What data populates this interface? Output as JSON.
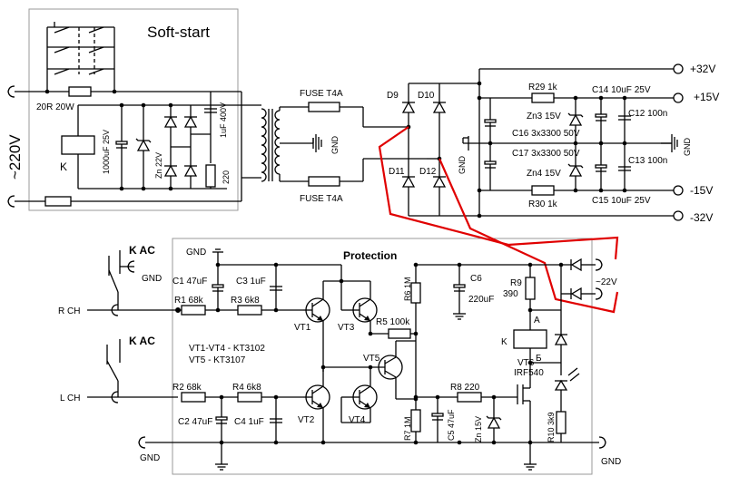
{
  "power_section": {
    "title": "Soft-start",
    "mains": "~220V",
    "r20": "20R 20W",
    "relay_k": "K",
    "cap_1000": "1000uF 25V",
    "zener_22": "Zn 22V",
    "cap_1u": "1uF 400V",
    "r_220": "220",
    "fuse_top": "FUSE T4A",
    "fuse_bottom": "FUSE T4A",
    "gnd_transformer": "GND",
    "gnd_rectifier": "GND",
    "gnd_right": "GND",
    "d9": "D9",
    "d10": "D10",
    "d11": "D11",
    "d12": "D12",
    "c16": "C16 3x3300 50V",
    "c17": "C17 3x3300 50V",
    "r29": "R29 1k",
    "r30": "R30 1k",
    "zn3": "Zn3 15V",
    "zn4": "Zn4 15V",
    "c14": "C14 10uF 25V",
    "c15": "C15 10uF 25V",
    "c12": "C12 100n",
    "c13": "C13 100n",
    "out_p32": "+32V",
    "out_p15": "+15V",
    "out_m15": "-15V",
    "out_m32": "-32V"
  },
  "protection": {
    "title": "Protection",
    "k_ac_top": "K AC",
    "k_ac_bottom": "K AC",
    "gnd_top_left": "GND",
    "gnd_bus": "GND",
    "gnd_bottom_left": "GND",
    "gnd_bottom_right": "GND",
    "r_ch": "R CH",
    "l_ch": "L CH",
    "c1": "C1 47uF",
    "c3": "C3 1uF",
    "r1": "R1 68k",
    "r3": "R3 6k8",
    "vt1": "VT1",
    "vt3": "VT3",
    "r5": "R5 100k",
    "r6": "R6 1M",
    "c6": "C6",
    "c6_val": "220uF",
    "r9": "R9",
    "r9_val": "390",
    "ac_22": "~22V",
    "node_a": "A",
    "relay_k": "K",
    "node_b": "Б",
    "vt5": "VT5",
    "vt6": "VT6",
    "irf": "IRF540",
    "note1": "VT1-VT4 - KT3102",
    "note2": "VT5 - KT3107",
    "r2": "R2 68k",
    "r4": "R4 6k8",
    "c2": "C2 47uF",
    "c4": "C4 1uF",
    "vt2": "VT2",
    "vt4": "VT4",
    "r7": "R7 1M",
    "r8": "R8 220",
    "c5": "C5 47uF",
    "zn15": "Zn 15V",
    "r10": "R10 3k9"
  }
}
